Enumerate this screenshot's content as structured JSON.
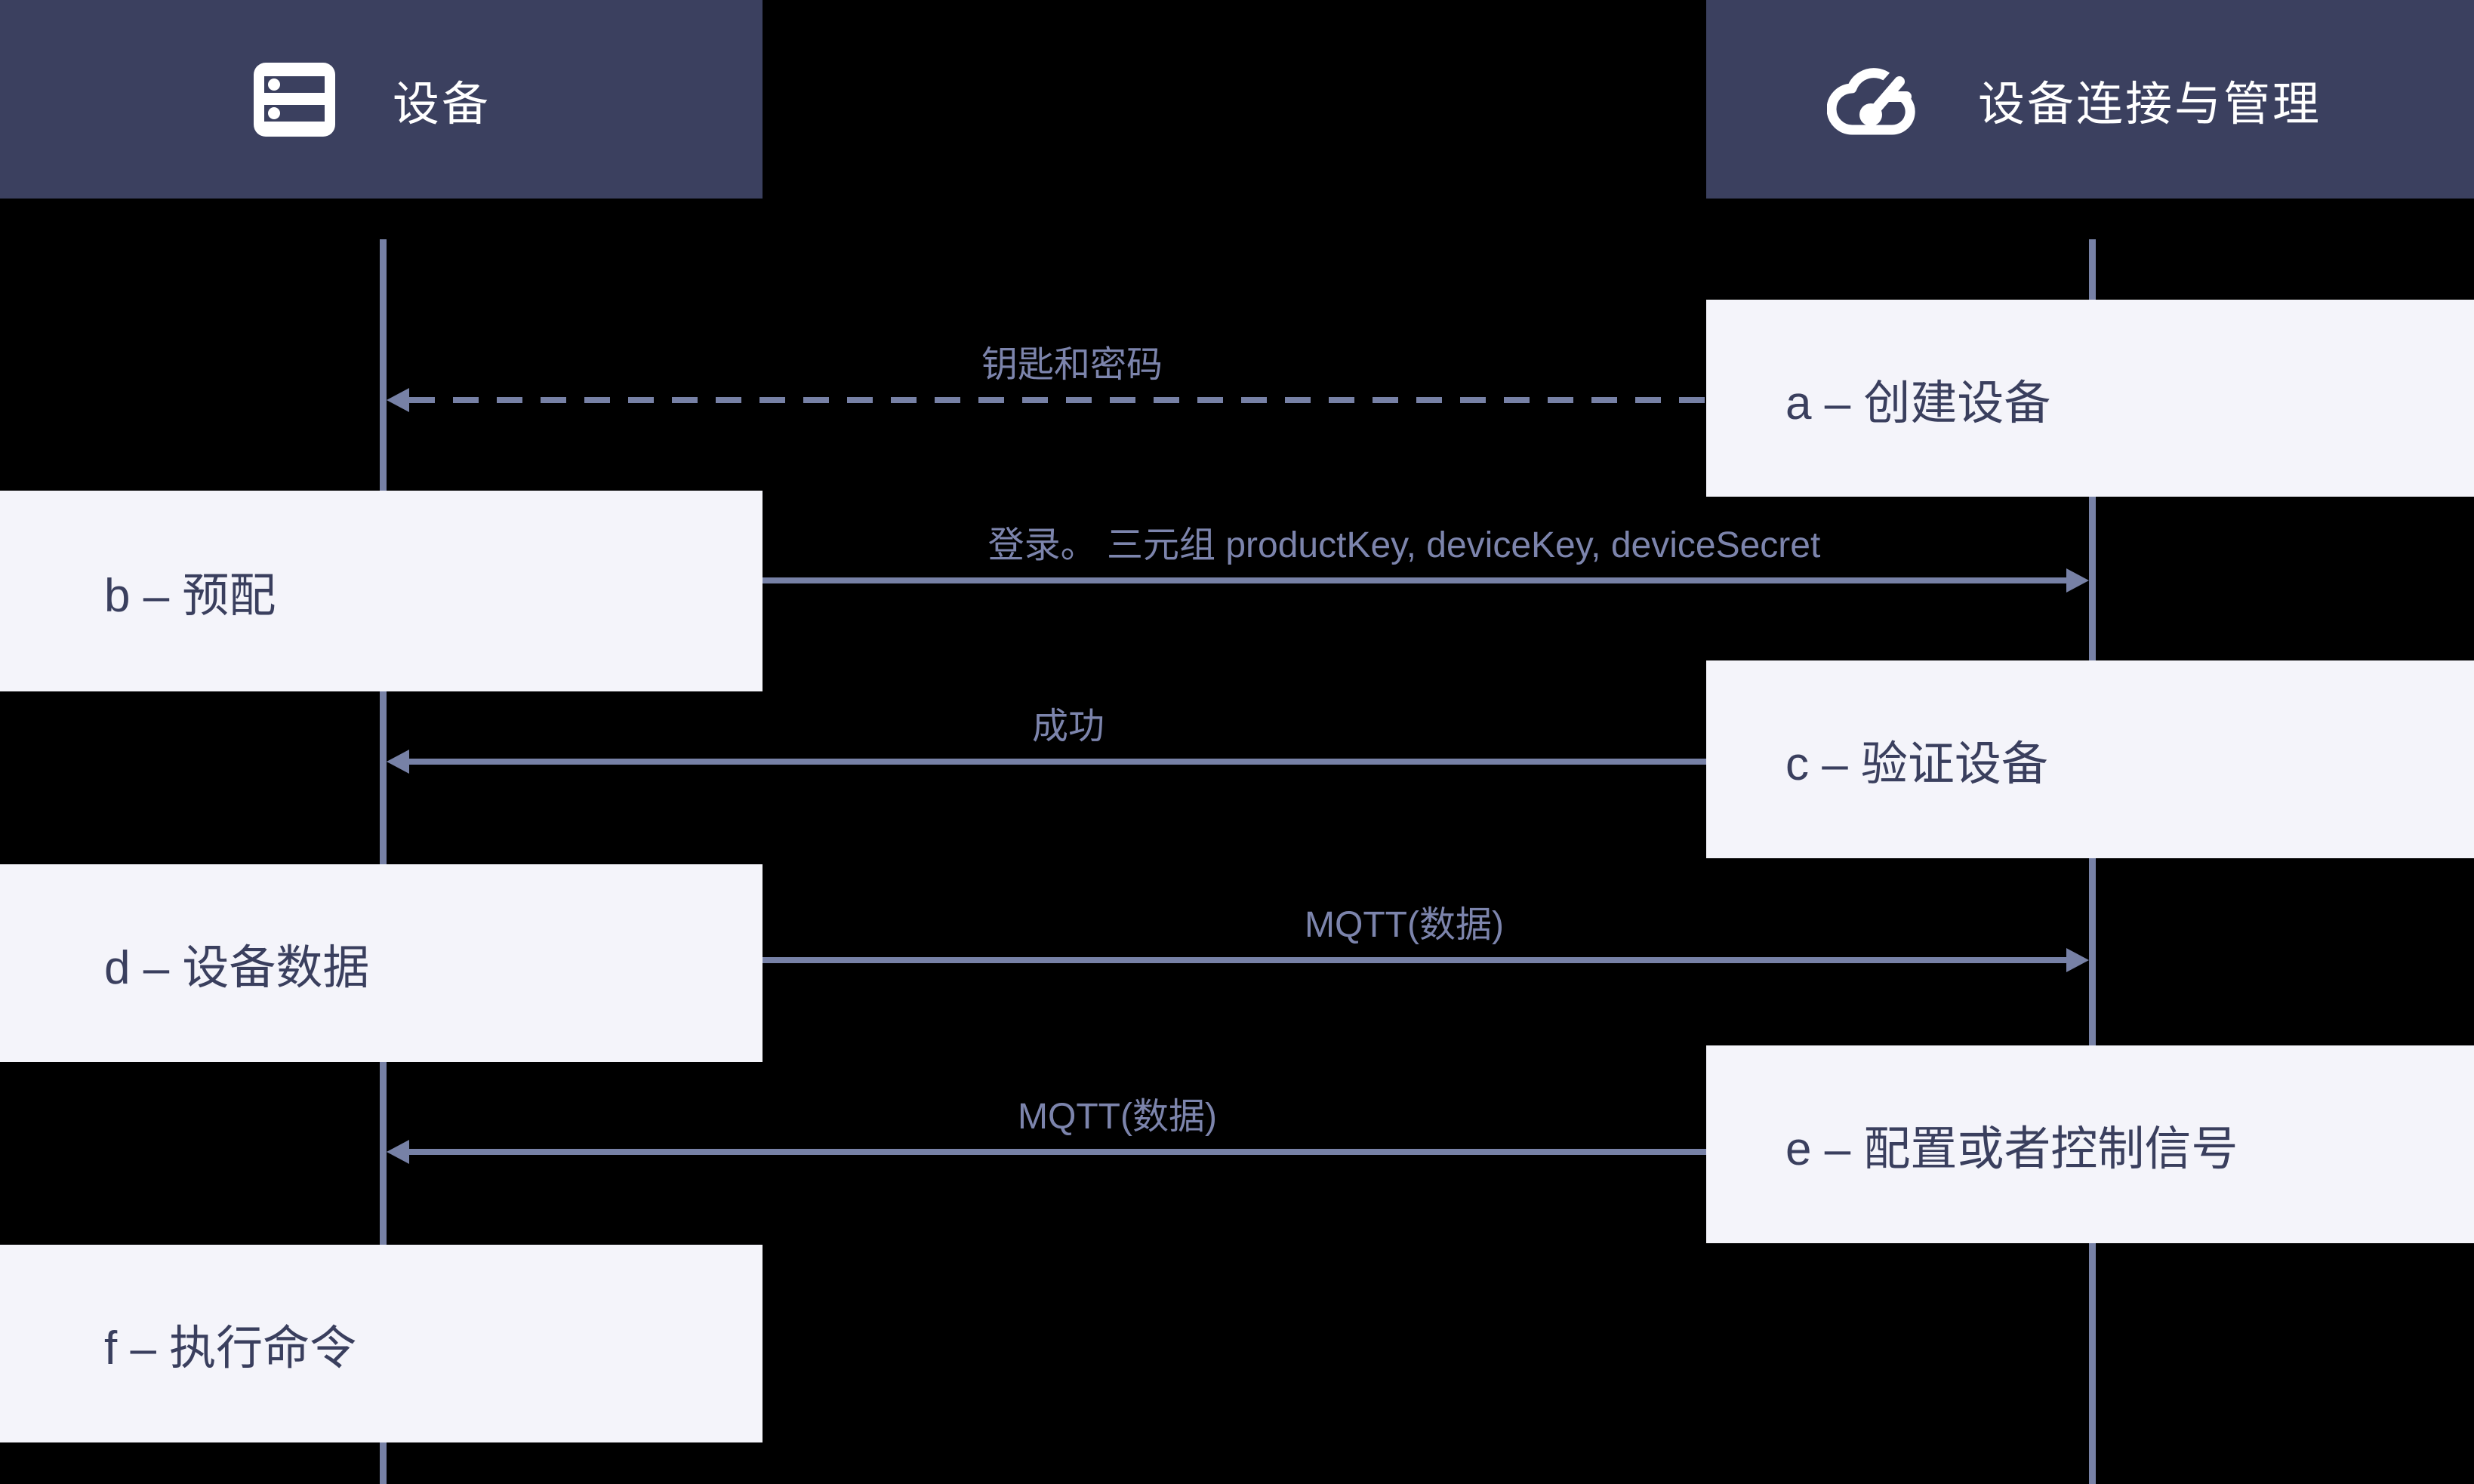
{
  "diagram": {
    "type": "sequence",
    "background": "#000000",
    "colors": {
      "bg": "#000000",
      "header_bg": "#3b405f",
      "header_text": "#ffffff",
      "box_bg": "#f4f4fa",
      "box_text": "#3a3f5e",
      "line": "#7781a6",
      "label_text": "#7c84ac"
    },
    "participants": [
      {
        "label": "设备",
        "icon": "server-icon"
      },
      {
        "label": "设备连接与管理",
        "icon": "iot-cloud-icon"
      }
    ],
    "boxes": [
      {
        "id": "a",
        "label": "a – 创建设备",
        "side": "right"
      },
      {
        "id": "b",
        "label": "b – 预配",
        "side": "left"
      },
      {
        "id": "c",
        "label": "c – 验证设备",
        "side": "right"
      },
      {
        "id": "d",
        "label": "d – 设备数据",
        "side": "left"
      },
      {
        "id": "e",
        "label": "e – 配置或者控制信号",
        "side": "right"
      },
      {
        "id": "f",
        "label": "f – 执行命令",
        "side": "left"
      }
    ],
    "messages": [
      {
        "label": "钥匙和密码",
        "from": "设备连接与管理",
        "to": "设备",
        "style": "dashed"
      },
      {
        "label": "登录。 三元组 productKey, deviceKey, deviceSecret",
        "from": "设备",
        "to": "设备连接与管理",
        "style": "solid"
      },
      {
        "label": "成功",
        "from": "设备连接与管理",
        "to": "设备",
        "style": "solid"
      },
      {
        "label": "MQTT(数据)",
        "from": "设备",
        "to": "设备连接与管理",
        "style": "solid"
      },
      {
        "label": "MQTT(数据)",
        "from": "设备连接与管理",
        "to": "设备",
        "style": "solid"
      }
    ]
  }
}
